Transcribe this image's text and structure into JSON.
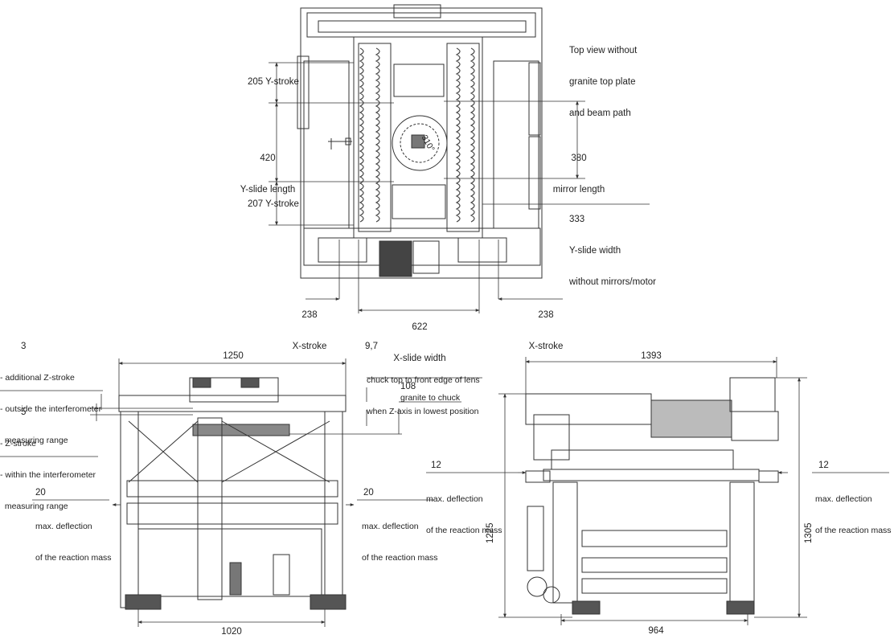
{
  "top_view": {
    "caption": [
      "Top view without",
      "granite top plate",
      "and beam path"
    ],
    "y_stroke_top": "205 Y-stroke",
    "y_slide_length_value": "420",
    "y_slide_length_label": "Y-slide length",
    "y_stroke_bottom": "207 Y-stroke",
    "mirror_length_value": "380",
    "mirror_length_label": "mirror length",
    "y_slide_width_value": "333",
    "y_slide_width_label": "Y-slide width",
    "y_slide_width_sub": "without mirrors/motor",
    "x_stroke_left_value": "238",
    "x_stroke_left_label": "X-stroke",
    "x_slide_width_value": "622",
    "x_slide_width_label": "X-slide width",
    "x_stroke_right_value": "238",
    "x_stroke_right_label": "X-stroke",
    "rotation_label": "310°"
  },
  "front_view": {
    "width_value": "1250",
    "base_width_value": "1020",
    "z_add_value": "3",
    "z_add_lines": [
      "- additional Z-stroke",
      "- outside the interferometer",
      "  measuring range"
    ],
    "z_stroke_value": "5",
    "z_stroke_lines": [
      "- Z-stroke",
      "- within the interferometer",
      "  measuring range"
    ],
    "chuck_value": "9,7",
    "chuck_lines": [
      "chuck top to front edge of lens",
      "when Z-axis in lowest position"
    ],
    "granite_value": "108",
    "granite_label": "granite to chuck",
    "deflection_left_value": "20",
    "deflection_right_value": "20",
    "deflection_lines": [
      "max. deflection",
      "of the reaction mass"
    ]
  },
  "side_view": {
    "width_value": "1393",
    "base_width_value": "964",
    "height_left_value": "1225",
    "height_right_value": "1305",
    "deflection_left_value": "12",
    "deflection_right_value": "12",
    "deflection_lines": [
      "max. deflection",
      "of the reaction mass"
    ]
  }
}
